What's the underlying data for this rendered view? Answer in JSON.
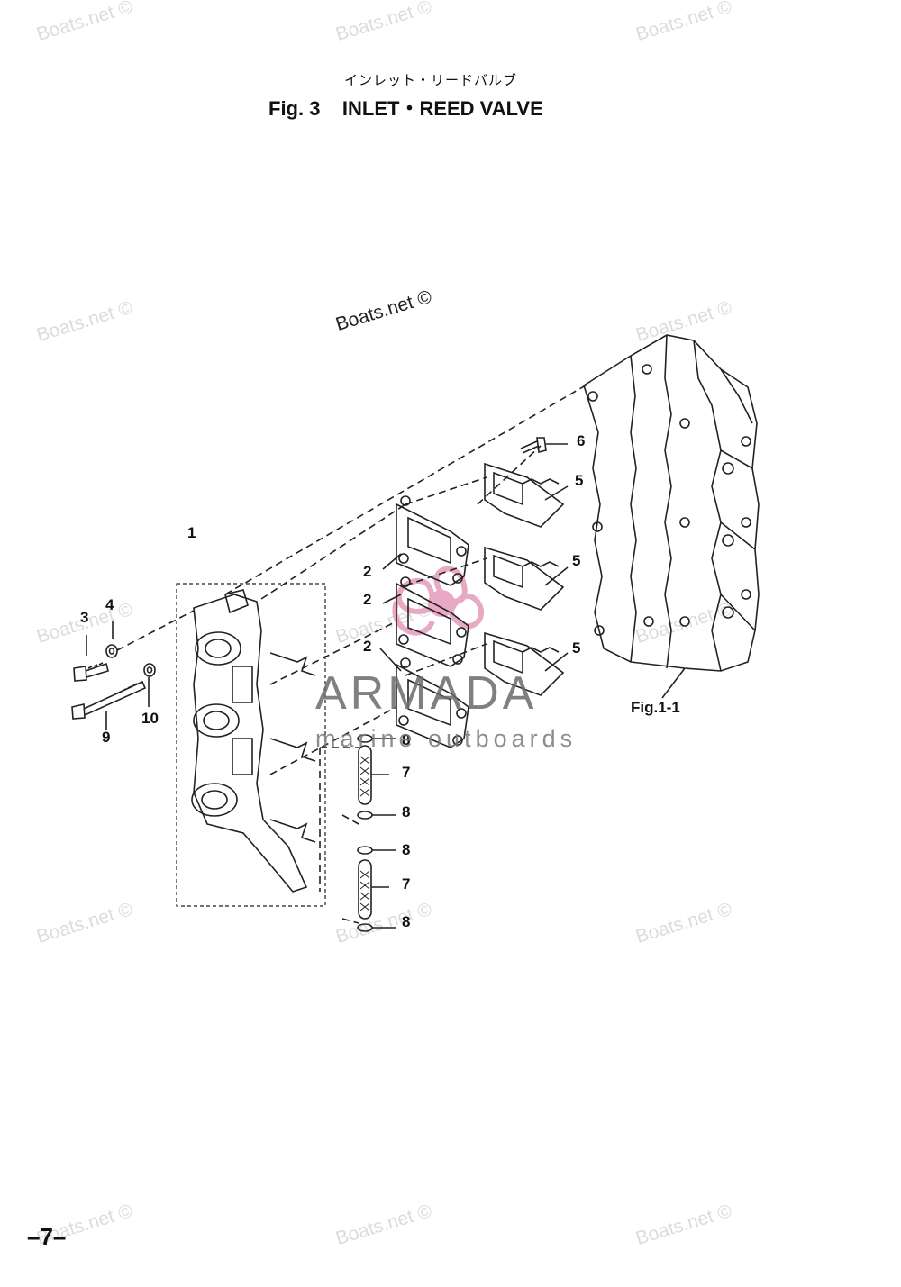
{
  "header": {
    "title_jp": "インレット・リードバルブ",
    "title_main": "Fig. 3    INLET・REED VALVE"
  },
  "watermark": {
    "text": "Boats.net ©"
  },
  "callouts": [
    "1",
    "2",
    "2",
    "2",
    "3",
    "4",
    "5",
    "5",
    "5",
    "6",
    "7",
    "7",
    "8",
    "8",
    "8",
    "8",
    "9",
    "10"
  ],
  "fig_ref": "Fig.1-1",
  "brand": {
    "name": "ARMADA",
    "sub": "marine outboards",
    "accent": "#e8a9c4"
  },
  "page_number": "–7–"
}
